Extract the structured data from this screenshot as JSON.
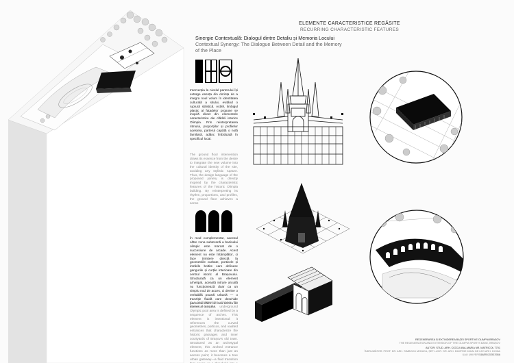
{
  "header": {
    "title_ro": "ELEMENTE CARACTERISTICE REGĂSITE",
    "title_en": "RECURRING CHARACTERISTIC FEATURES"
  },
  "subtitle": {
    "ro": "Sinergie Contextuală: Dialogul dintre Detaliu și Memoria Locului",
    "en": "Contextual Synergy: The Dialogue Between Detail and the Memory of the Place"
  },
  "paragraphs": {
    "p1_ro": "Intervenția la nivelul parterului își extrage esența din dorința de a integra noul volum în identitatea culturală a sitului, evitând o ruptură stilistică. Astfel, limbajul plastic al fațadelor propuse se inspiră direct din elementele caracteristice ale clădirii istorice Olimpia. Prin reinterpretarea ritmului, proporțiilor și profilelor acesteia, parterul capătă o notă familiară, adânc îmbrăcată în specificul local.",
    "p1_en": "The ground floor intervention draws its essence from the desire to integrate the new volume into the cultural identity of the site, avoiding any stylistic rupture. Thus, the design language of the proposed joinery is directly inspired by the characteristic features of the historic Olimpia building. By reinterpreting its rhythm, proportions, and profiles, the ground floor achieves a sense",
    "p2_ro": "În mod complementar, accesul către zona subterană a bazinului olimpic este marcat de o succesiune de arcade. Acest element nu este întâmplător, ci face trimitere directă la geometriile curbate, porticele și intrările boltite care definesc gangurile și curțile interioare din centrul istoric al Brașovului. Structurată ca un element arhetipal, această intrare arcuită nu funcționează doar ca un simplu nod de acces, ci devine o veritabilă poartă urbană — o tranziție fluidă care deschide parcursul către un nou centru de interes al orașului.",
    "p2_en": "In a complementary manner, the access to the underground Olympic pool area is defined by a sequence of arches. This element is intentional: it references the curved geometries, porticos, and vaulted entrances that characterize the historic passages and inner courtyards of Brașov's old town. Structured as an archetypal element, this arched entrance functions as more than just an access point; it becomes a true urban gateway—a fluid transition that opens up a threshold into a completely new center of public interest."
  },
  "footer": {
    "line1": "REGENERAREA ȘI EXTINDEREA BAZEI SPORTIVE OLIMPIA BRAȘOV",
    "line2": "THE REGENERATION AND EXTENSION OF THE OLIMPIA SPORTS BASE, BRAȘOV",
    "line3": "AUTOR: STUD. ARH. CIOCU ANA-MARIA NR. MATRICOL 7701",
    "line4": "ÎNDRUMĂTOR: PROF. DR. ARH. SIMBOCU MONICA, ȘEF LUCR. DR. ARH. DIMITRIE MIHAI DE LEO ARH. DOINA LAURA COSTINA",
    "line5": "UAU UNIVERSITATE 2025-2026"
  }
}
